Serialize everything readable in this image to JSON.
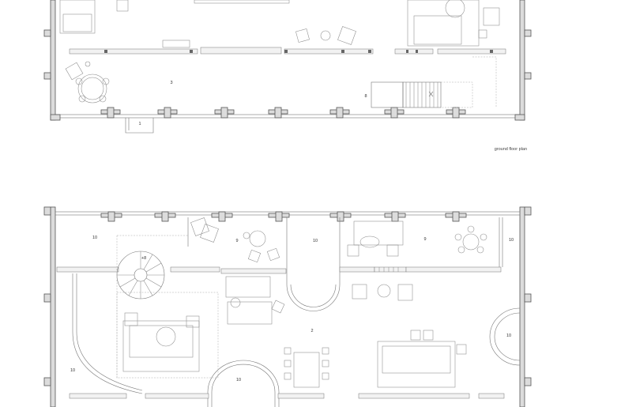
{
  "caption": "ground floor plan",
  "ground_floor": {
    "labels": [
      {
        "text": "1"
      },
      {
        "text": "3"
      },
      {
        "text": "8"
      }
    ]
  },
  "upper_floor": {
    "labels": [
      {
        "text": "10"
      },
      {
        "text": "9"
      },
      {
        "text": "10"
      },
      {
        "text": "9"
      },
      {
        "text": "10"
      },
      {
        "text": "+8"
      },
      {
        "text": "2"
      },
      {
        "text": "10"
      },
      {
        "text": "10"
      },
      {
        "text": "10"
      }
    ]
  },
  "colors": {
    "wall_fill": "#dcdcdc",
    "line": "#777777",
    "window_dark": "#666666"
  }
}
